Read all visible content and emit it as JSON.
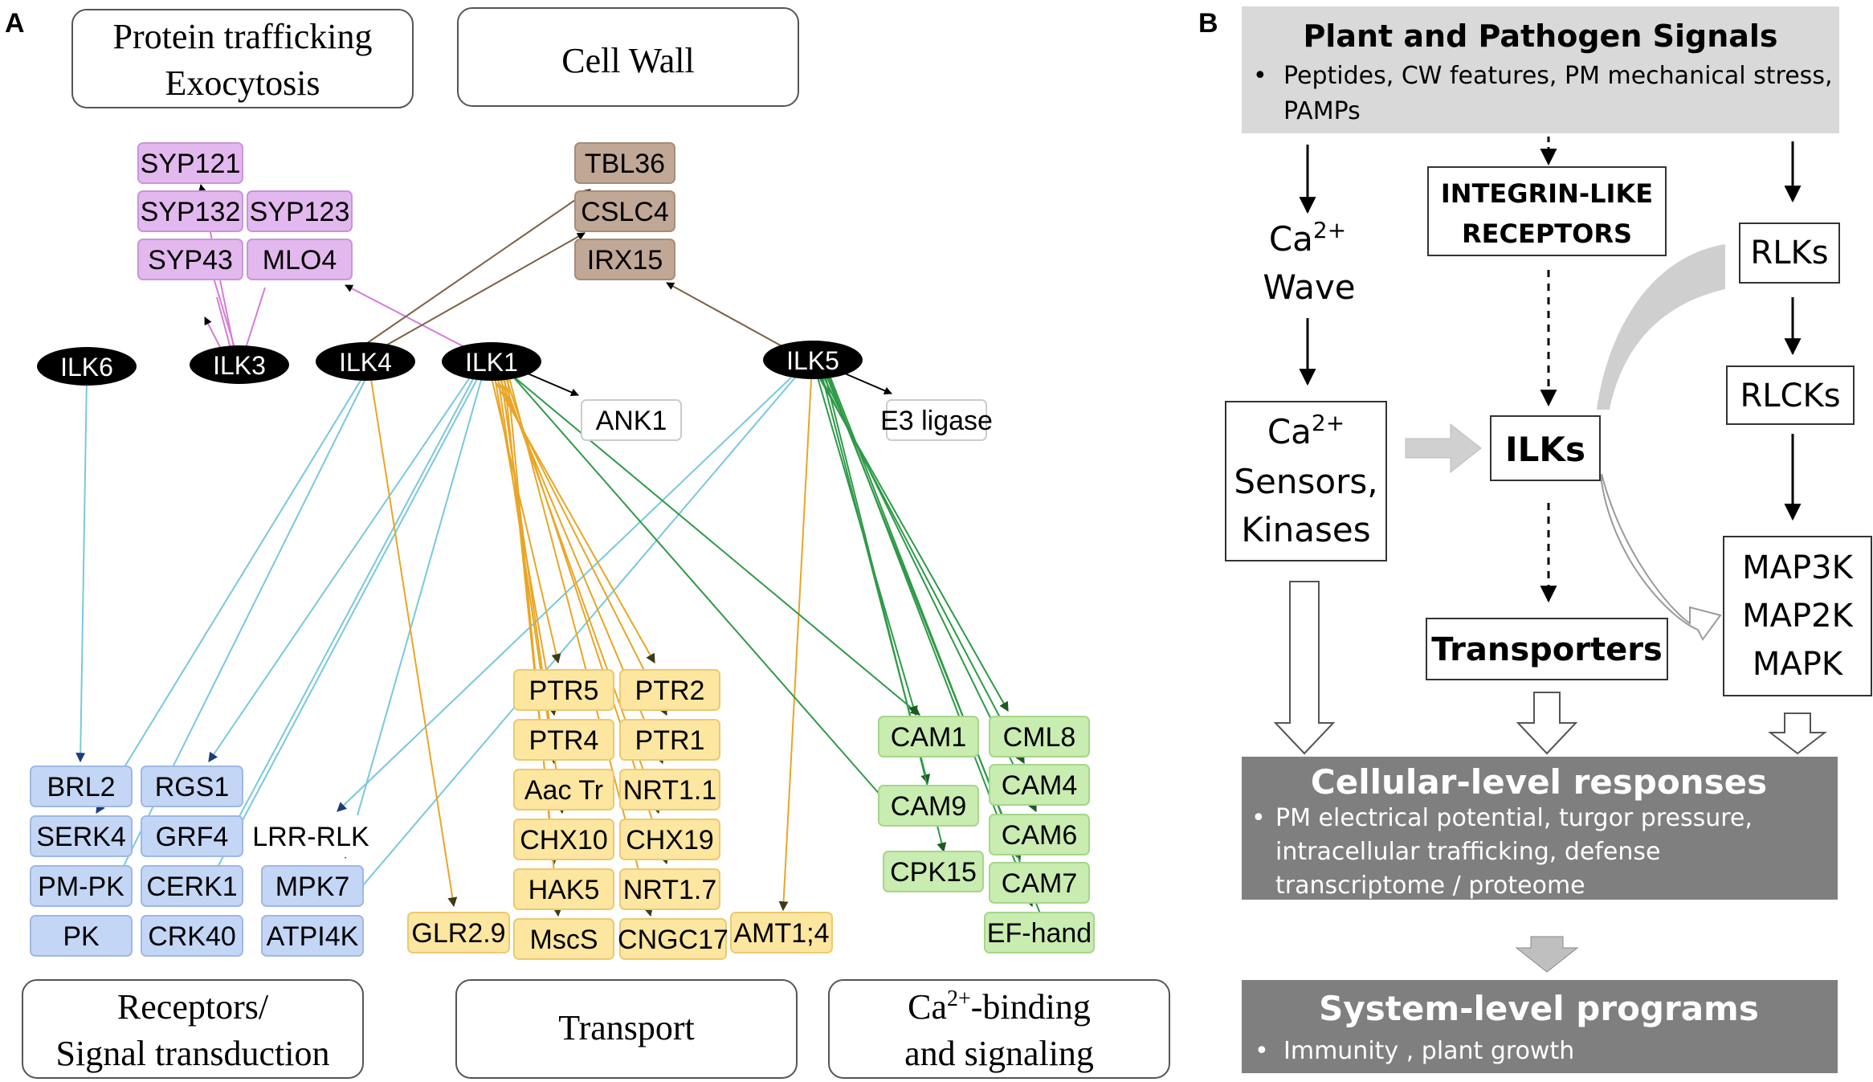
{
  "panel_a": {
    "label": "A",
    "categories": {
      "protein_trafficking": [
        "Protein trafficking",
        "Exocytosis"
      ],
      "cell_wall": "Cell Wall",
      "receptors": [
        "Receptors/",
        "Signal transduction"
      ],
      "transport": "Transport",
      "ca_binding": {
        "line1_prefix": "Ca",
        "line1_sup": "2+",
        "line1_suffix": "-binding",
        "line2": "and signaling"
      }
    },
    "ilk_nodes": [
      "ILK6",
      "ILK3",
      "ILK4",
      "ILK1",
      "ILK5"
    ],
    "targets": {
      "protein_trafficking": [
        "SYP121",
        "SYP132",
        "SYP123",
        "SYP43",
        "MLO4"
      ],
      "cell_wall": [
        "TBL36",
        "CSLC4",
        "IRX15"
      ],
      "other": [
        "ANK1",
        "E3 ligase"
      ],
      "receptors": [
        "BRL2",
        "RGS1",
        "SERK4",
        "GRF4",
        "LRR-RLK",
        "PM-PK",
        "CERK1",
        "MPK7",
        "PK",
        "CRK40",
        "ATPI4K"
      ],
      "transport": [
        "PTR5",
        "PTR2",
        "PTR4",
        "PTR1",
        "Aac Tr",
        "NRT1.1",
        "CHX10",
        "CHX19",
        "HAK5",
        "NRT1.7",
        "GLR2.9",
        "MscS",
        "CNGC17",
        "AMT1;4"
      ],
      "ca_binding": [
        "CAM1",
        "CML8",
        "CAM4",
        "CAM9",
        "CAM6",
        "CPK15",
        "CAM7",
        "EF-hand"
      ]
    },
    "colors": {
      "ilk": "#000000",
      "protein_trafficking": "#e3b8ee",
      "cell_wall": "#c0a796",
      "receptors": "#c3d6f6",
      "transport": "#fde6a0",
      "ca_binding": "#c9ecb0",
      "edge_purple": "#d67bd9",
      "edge_brown": "#7a6242",
      "edge_blue": "#79c8dc",
      "edge_orange": "#e8a626",
      "edge_green": "#2e9a47"
    }
  },
  "panel_b": {
    "label": "B",
    "signals": {
      "title": "Plant and Pathogen Signals",
      "bullet": "•",
      "line1": "Peptides, CW features, PM mechanical stress,",
      "line2": "PAMPs"
    },
    "ca_wave": {
      "prefix": "Ca",
      "sup": "2+",
      "line2": "Wave"
    },
    "integrin": [
      "INTEGRIN-LIKE",
      "RECEPTORS"
    ],
    "rlks": "RLKs",
    "ca_sensors": {
      "prefix": "Ca",
      "sup": "2+",
      "line2": "Sensors,",
      "line3": "Kinases"
    },
    "ilks": "ILKs",
    "rlcks": "RLCKs",
    "mapk": [
      "MAP3K",
      "MAP2K",
      "MAPK"
    ],
    "transporters": "Transporters",
    "cellular": {
      "title": "Cellular-level responses",
      "bullet": "•",
      "line1": "PM electrical potential, turgor pressure,",
      "line2": "intracellular trafficking,  defense",
      "line3": "transcriptome / proteome"
    },
    "system": {
      "title": "System-level programs",
      "bullet": "•",
      "line1": "Immunity , plant growth"
    },
    "colors": {
      "signals_bg": "#d9d9d9",
      "dark_box": "#7f7f7f",
      "arrow_grey": "#d0d0d0"
    }
  }
}
